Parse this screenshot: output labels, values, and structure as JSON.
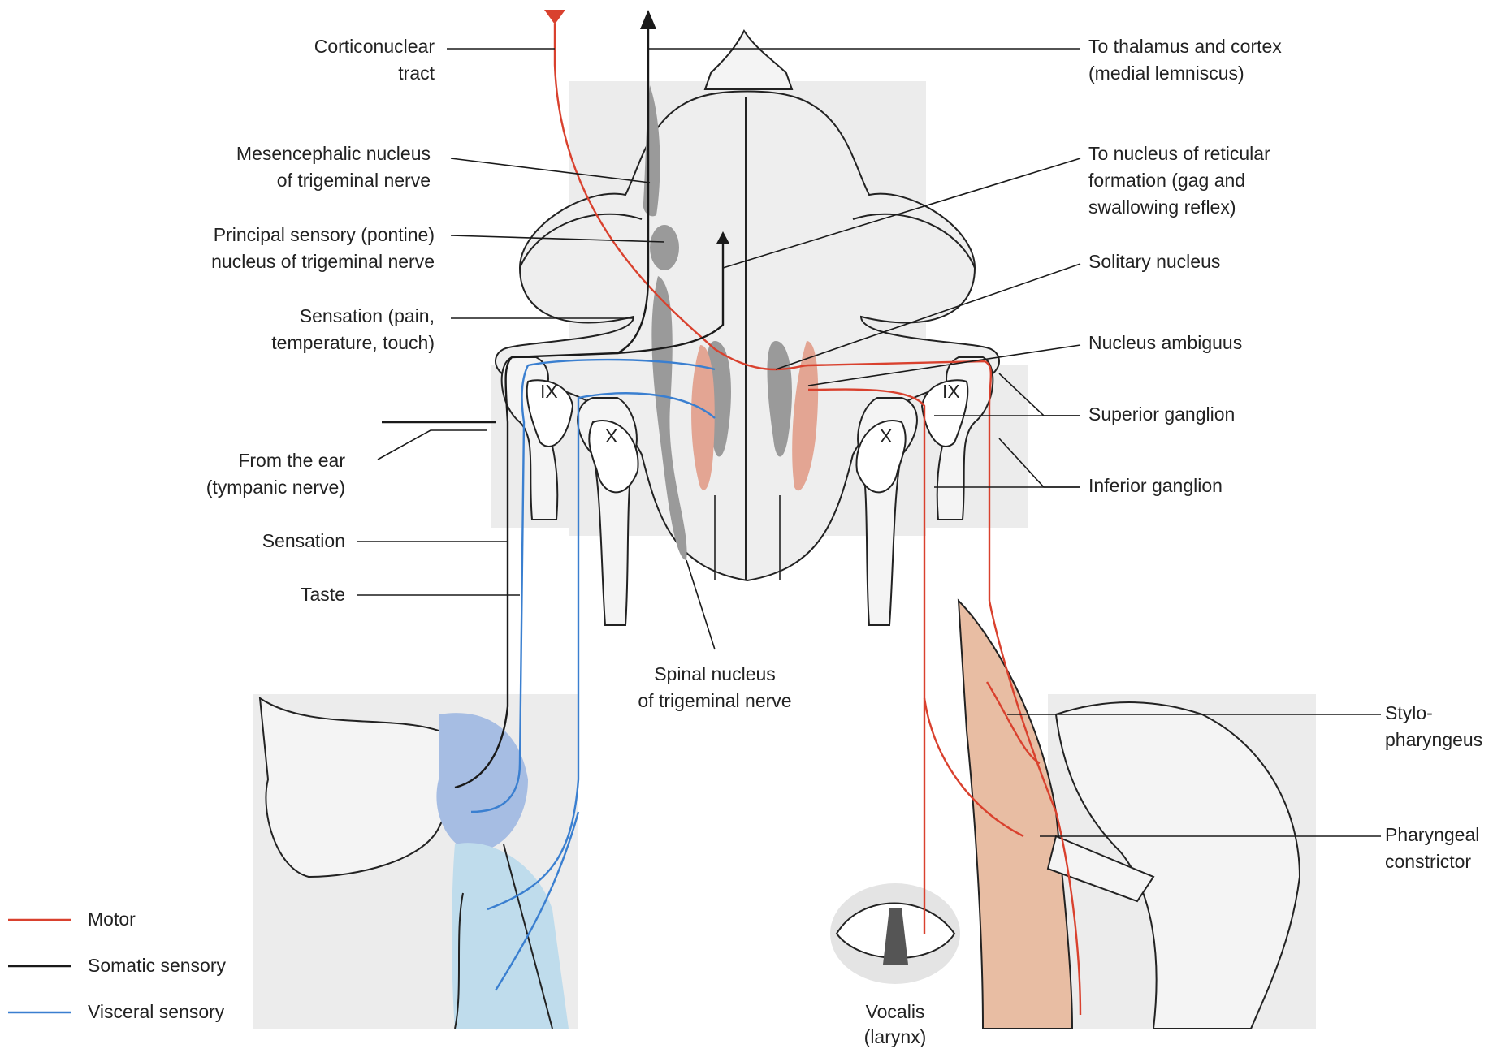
{
  "labels_left": {
    "corticonuclear": [
      "Corticonuclear",
      "tract"
    ],
    "mesencephalic": [
      "Mesencephalic nucleus",
      "of trigeminal nerve"
    ],
    "principal": [
      "Principal sensory (pontine)",
      "nucleus of trigeminal nerve"
    ],
    "sensation_ptt": [
      "Sensation (pain,",
      "temperature, touch)"
    ],
    "from_ear": [
      "From the ear",
      "(tympanic nerve)"
    ],
    "sensation": "Sensation",
    "taste": "Taste"
  },
  "labels_right": {
    "thalamus": [
      "To thalamus and cortex",
      "(medial lemniscus)"
    ],
    "reticular": [
      "To nucleus of reticular",
      "formation (gag and",
      "swallowing reflex)"
    ],
    "solitary": "Solitary nucleus",
    "ambiguus": "Nucleus ambiguus",
    "superior_ganglion": "Superior ganglion",
    "inferior_ganglion": "Inferior ganglion",
    "stylopharyngeus": [
      "Stylo-",
      "pharyngeus"
    ],
    "pharyngeal_constrictor": [
      "Pharyngeal",
      "constrictor"
    ]
  },
  "labels_bottom": {
    "spinal_nucleus": [
      "Spinal nucleus",
      "of trigeminal nerve"
    ],
    "vocalis": [
      "Vocalis",
      "(larynx)"
    ]
  },
  "nerve_marks": {
    "ix_left": "IX",
    "x_left": "X",
    "ix_right": "IX",
    "x_right": "X"
  },
  "legend": [
    {
      "label": "Motor",
      "color": "#d9412e"
    },
    {
      "label": "Somatic sensory",
      "color": "#1a1a1a"
    },
    {
      "label": "Visceral sensory",
      "color": "#3a7fd0"
    }
  ],
  "colors": {
    "motor": "#d9412e",
    "somatic": "#1a1a1a",
    "visceral": "#3a7fd0",
    "nucleus_gray": "#8f8f8f",
    "nucleus_red": "#e3a593",
    "tissue": "#ececec",
    "muscle": "#e8bda3"
  }
}
